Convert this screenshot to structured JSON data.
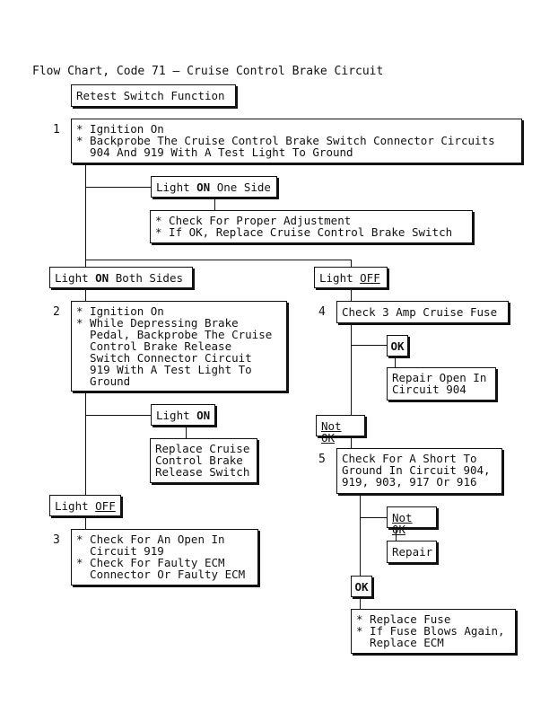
{
  "title": "Flow Chart, Code 71 – Cruise Control Brake Circuit",
  "start": "Retest Switch Function",
  "steps": {
    "s1": {
      "num": "1",
      "lines": [
        "* Ignition On",
        "* Backprobe The Cruise Control Brake Switch Connector Circuits",
        "  904 And 919 With A Test Light To Ground"
      ]
    },
    "s2": {
      "num": "2",
      "lines": [
        "* Ignition On",
        "* While Depressing Brake",
        "  Pedal, Backprobe The Cruise",
        "  Control Brake Release",
        "  Switch Connector Circuit",
        "  919 With A Test Light To",
        "  Ground"
      ]
    },
    "s3": {
      "num": "3",
      "lines": [
        "* Check For An Open In",
        "  Circuit 919",
        "* Check For Faulty ECM",
        "  Connector Or Faulty ECM"
      ]
    },
    "s4": {
      "num": "4",
      "text": "Check 3 Amp Cruise Fuse"
    },
    "s5": {
      "num": "5",
      "lines": [
        "Check For A Short To",
        "Ground In Circuit 904,",
        "919, 903, 917 Or 916"
      ]
    }
  },
  "labels": {
    "light_on_one": {
      "pre": "Light ",
      "em": "ON",
      "post": " One Side"
    },
    "light_on_both": {
      "pre": "Light ",
      "em": "ON",
      "post": " Both Sides"
    },
    "light_off_right": {
      "pre": "Light ",
      "em": "OFF"
    },
    "light_on_s2": {
      "pre": "Light ",
      "em": "ON"
    },
    "light_off_left": {
      "pre": "Light ",
      "em": "OFF"
    },
    "ok_s4": "OK",
    "not_ok_s4": "Not OK",
    "not_ok_s5": "Not OK",
    "ok_s5": "OK"
  },
  "results": {
    "adjust": [
      "* Check For Proper Adjustment",
      "* If OK, Replace Cruise Control Brake Switch"
    ],
    "replace_switch": [
      "Replace Cruise",
      "Control Brake",
      "Release Switch"
    ],
    "repair_open": [
      "Repair Open In",
      "Circuit 904"
    ],
    "repair": "Repair",
    "replace_fuse": [
      "* Replace Fuse",
      "* If Fuse Blows Again,",
      "  Replace ECM"
    ]
  }
}
